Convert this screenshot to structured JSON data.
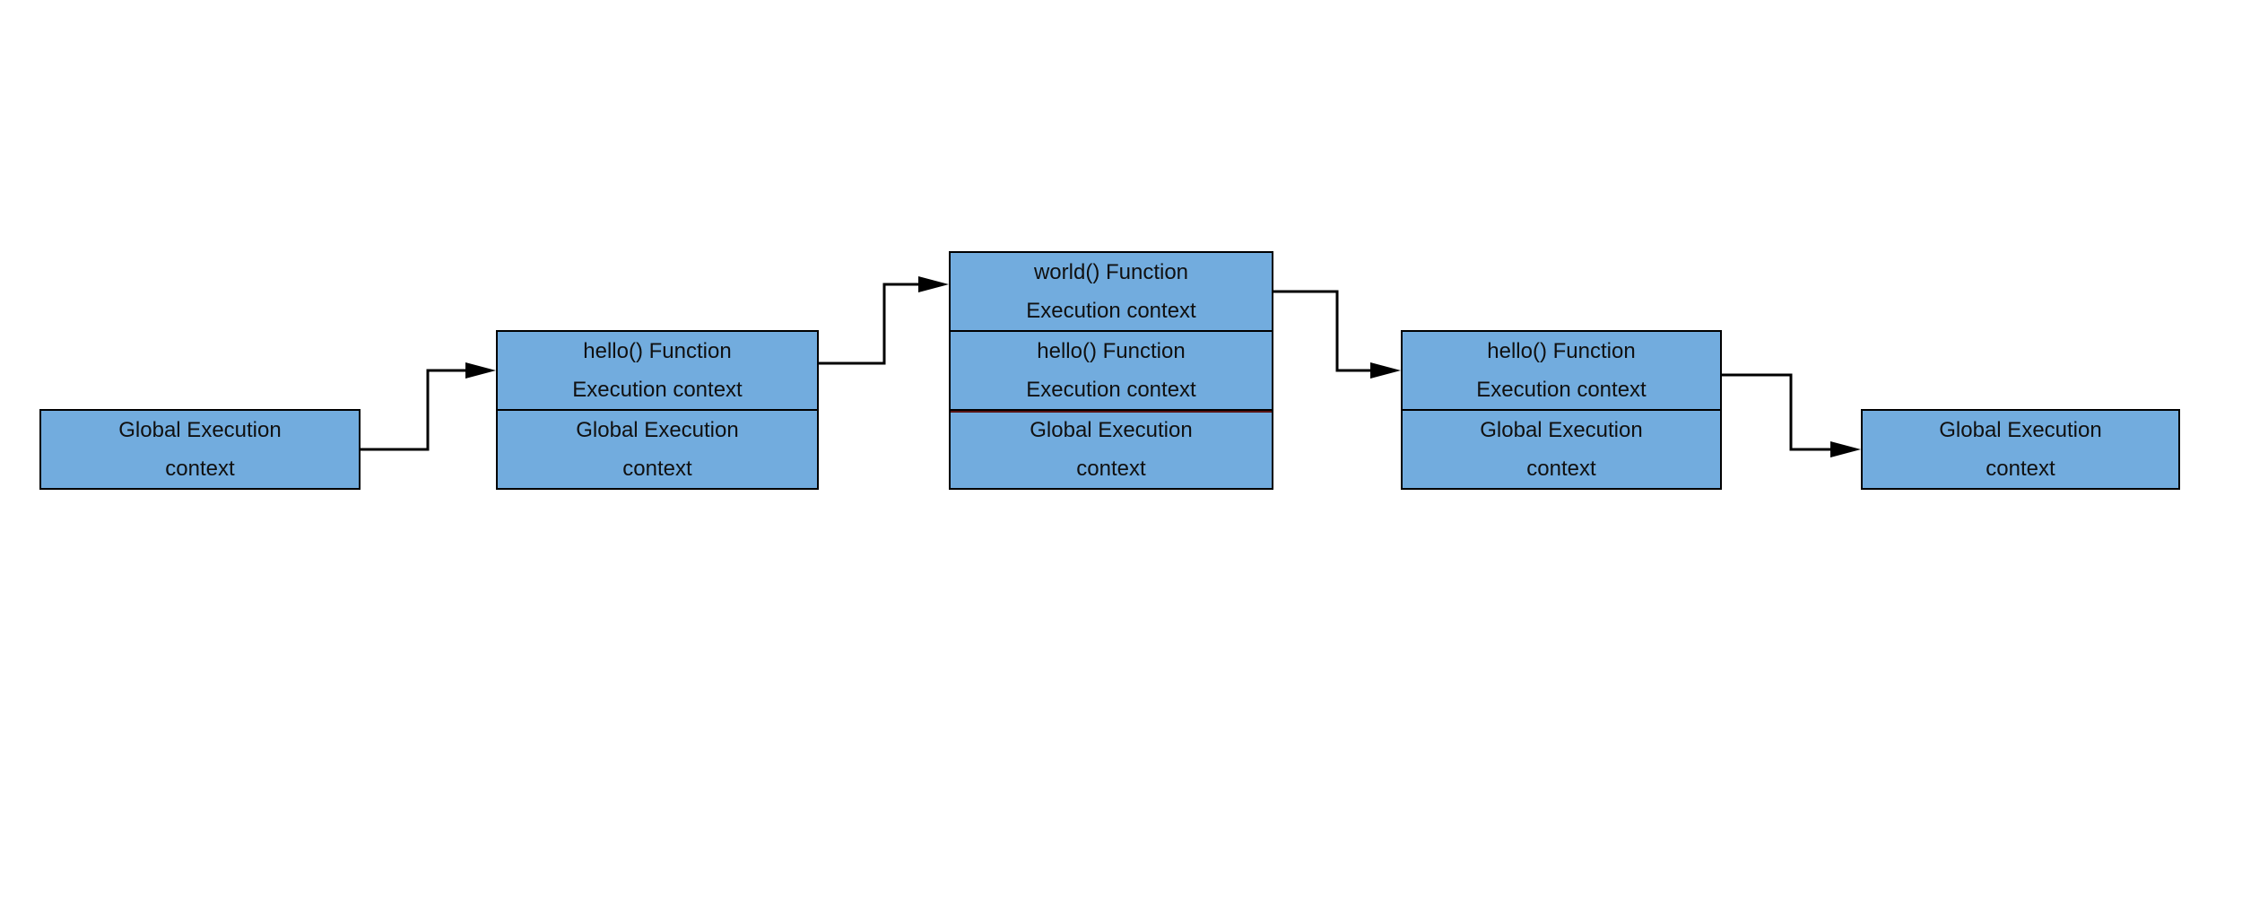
{
  "colors": {
    "box_fill": "#72acde",
    "box_border": "#000000",
    "arrow": "#000000",
    "text": "#101010",
    "divider_accent": "#5a1414",
    "canvas_bg": "#ffffff"
  },
  "diagram": {
    "stages": [
      {
        "name": "stage-1",
        "cells": [
          {
            "line1": "Global Execution",
            "line2": "context"
          }
        ]
      },
      {
        "name": "stage-2",
        "cells": [
          {
            "line1": "hello() Function",
            "line2": "Execution context"
          },
          {
            "line1": "Global Execution",
            "line2": "context"
          }
        ]
      },
      {
        "name": "stage-3",
        "cells": [
          {
            "line1": "world() Function",
            "line2": "Execution context"
          },
          {
            "line1": "hello() Function",
            "line2": "Execution context"
          },
          {
            "line1": "Global Execution",
            "line2": "context"
          }
        ]
      },
      {
        "name": "stage-4",
        "cells": [
          {
            "line1": "hello() Function",
            "line2": "Execution context"
          },
          {
            "line1": "Global Execution",
            "line2": "context"
          }
        ]
      },
      {
        "name": "stage-5",
        "cells": [
          {
            "line1": "Global Execution",
            "line2": "context"
          }
        ]
      }
    ]
  }
}
